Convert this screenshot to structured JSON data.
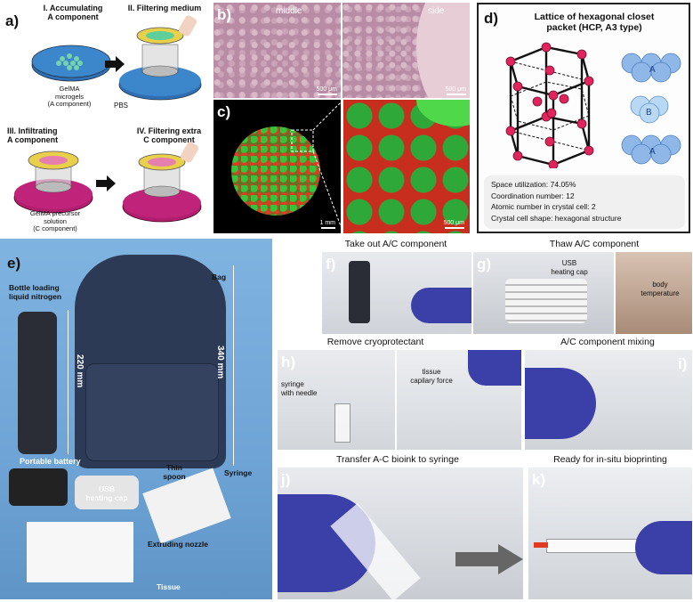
{
  "panel_a": {
    "letter": "a)",
    "step1": "I. Accumulating\nA component",
    "step2": "II. Filtering medium",
    "step3": "III. Infiltrating\nA component",
    "step4": "IV. Filtering extra\nC component",
    "microgels": "GelMA\nmicrogels\n(A component)",
    "pbs": "PBS",
    "precursor": "GelMA precursor\nsolution\n(C component)"
  },
  "panel_b": {
    "letter": "b)",
    "middle": "middle",
    "side": "side",
    "scale1": "500 μm",
    "scale2": "500 μm"
  },
  "panel_c": {
    "letter": "c)",
    "scale1": "1 mm",
    "scale2": "500 μm"
  },
  "panel_d": {
    "letter": "d)",
    "title": "Lattice of hexagonal closet\npacket (HCP, A3 type)",
    "layer_a_top": "A",
    "layer_b": "B",
    "layer_a_bottom": "A",
    "props": [
      "Space utilization: 74.05%",
      "Coordination number: 12",
      "Atomic number in crystal cell: 2",
      "Crystal cell shape: hexagonal structure"
    ]
  },
  "panel_e": {
    "letter": "e)",
    "bottle": "Bottle loading\nliquid  nitrogen",
    "bag": "Bag",
    "height_bag": "340 mm",
    "height_bottle": "220 mm",
    "battery": "Portable battery",
    "spoon": "Thin\nspoon",
    "syringe": "Syringe",
    "cap": "USB\nheating cap",
    "nozzle": "Extruding nozzle",
    "tissue": "Tissue"
  },
  "panel_f": {
    "letter": "f)",
    "title": "Take out A/C component"
  },
  "panel_g": {
    "letter": "g)",
    "title": "Thaw A/C component",
    "cap": "USB\nheating cap",
    "body": "body\ntemperature"
  },
  "panel_h": {
    "letter": "h)",
    "title": "Remove cryoprotectant",
    "syringe": "syringe\nwith needle",
    "tissue": "tissue\ncapilary force"
  },
  "panel_i": {
    "letter": "i)",
    "title": "A/C component mixing"
  },
  "panel_j": {
    "letter": "j)",
    "title": "Transfer A-C bioink to syringe"
  },
  "panel_k": {
    "letter": "k)",
    "title": "Ready for in-situ bioprinting"
  },
  "colors": {
    "dish_blue": "#2f6fb3",
    "dish_magenta": "#c0237a",
    "atom_pink": "#e0245e",
    "sphere_blue": "#8fb8e8",
    "photo_blue": "#6fa4d6",
    "bag_navy": "#2d3a55",
    "glove_purple": "#3b3fa8",
    "arrow_gray": "#666666"
  }
}
